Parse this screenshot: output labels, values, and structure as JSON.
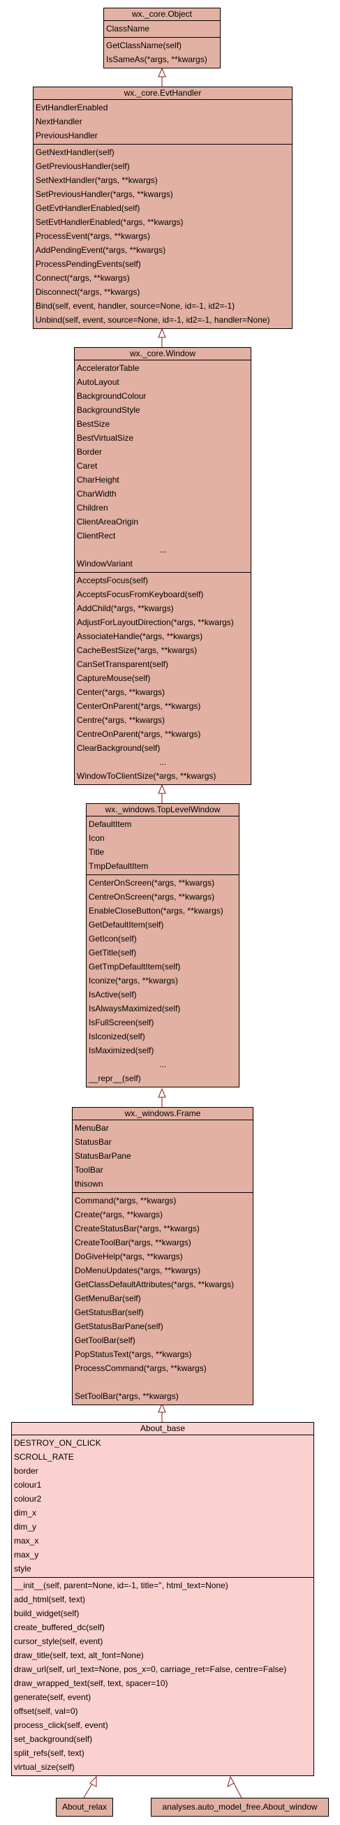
{
  "classes": {
    "object": {
      "title": "wx._core.Object",
      "attributes": [
        "ClassName"
      ],
      "methods": [
        "GetClassName(self)",
        "IsSameAs(*args, **kwargs)"
      ]
    },
    "evthandler": {
      "title": "wx._core.EvtHandler",
      "attributes": [
        "EvtHandlerEnabled",
        "NextHandler",
        "PreviousHandler"
      ],
      "methods": [
        "GetNextHandler(self)",
        "GetPreviousHandler(self)",
        "SetNextHandler(*args, **kwargs)",
        "SetPreviousHandler(*args, **kwargs)",
        "GetEvtHandlerEnabled(self)",
        "SetEvtHandlerEnabled(*args, **kwargs)",
        "ProcessEvent(*args, **kwargs)",
        "AddPendingEvent(*args, **kwargs)",
        "ProcessPendingEvents(self)",
        "Connect(*args, **kwargs)",
        "Disconnect(*args, **kwargs)",
        "Bind(self, event, handler, source=None, id=-1, id2=-1)",
        "Unbind(self, event, source=None, id=-1, id2=-1, handler=None)"
      ]
    },
    "window": {
      "title": "wx._core.Window",
      "attributes": [
        "AcceleratorTable",
        "AutoLayout",
        "BackgroundColour",
        "BackgroundStyle",
        "BestSize",
        "BestVirtualSize",
        "Border",
        "Caret",
        "CharHeight",
        "CharWidth",
        "Children",
        "ClientAreaOrigin",
        "ClientRect",
        "...",
        "WindowVariant"
      ],
      "methods": [
        "AcceptsFocus(self)",
        "AcceptsFocusFromKeyboard(self)",
        "AddChild(*args, **kwargs)",
        "AdjustForLayoutDirection(*args, **kwargs)",
        "AssociateHandle(*args, **kwargs)",
        "CacheBestSize(*args, **kwargs)",
        "CanSetTransparent(self)",
        "CaptureMouse(self)",
        "Center(*args, **kwargs)",
        "CenterOnParent(*args, **kwargs)",
        "Centre(*args, **kwargs)",
        "CentreOnParent(*args, **kwargs)",
        "ClearBackground(self)",
        "...",
        "WindowToClientSize(*args, **kwargs)"
      ]
    },
    "toplevelwindow": {
      "title": "wx._windows.TopLevelWindow",
      "attributes": [
        "DefaultItem",
        "Icon",
        "Title",
        "TmpDefaultItem"
      ],
      "methods": [
        "CenterOnScreen(*args, **kwargs)",
        "CentreOnScreen(*args, **kwargs)",
        "EnableCloseButton(*args, **kwargs)",
        "GetDefaultItem(self)",
        "GetIcon(self)",
        "GetTitle(self)",
        "GetTmpDefaultItem(self)",
        "Iconize(*args, **kwargs)",
        "IsActive(self)",
        "IsAlwaysMaximized(self)",
        "IsFullScreen(self)",
        "IsIconized(self)",
        "IsMaximized(self)",
        "...",
        "__repr__(self)"
      ]
    },
    "frame": {
      "title": "wx._windows.Frame",
      "attributes": [
        "MenuBar",
        "StatusBar",
        "StatusBarPane",
        "ToolBar",
        "thisown"
      ],
      "methods": [
        "Command(*args, **kwargs)",
        "Create(*args, **kwargs)",
        "CreateStatusBar(*args, **kwargs)",
        "CreateToolBar(*args, **kwargs)",
        "DoGiveHelp(*args, **kwargs)",
        "DoMenuUpdates(*args, **kwargs)",
        "GetClassDefaultAttributes(*args, **kwargs)",
        "GetMenuBar(self)",
        "GetStatusBar(self)",
        "GetStatusBarPane(self)",
        "GetToolBar(self)",
        "PopStatusText(*args, **kwargs)",
        "ProcessCommand(*args, **kwargs)",
        "",
        "SetToolBar(*args, **kwargs)"
      ]
    },
    "about_base": {
      "title": "About_base",
      "attributes": [
        "DESTROY_ON_CLICK",
        "SCROLL_RATE",
        "border",
        "colour1",
        "colour2",
        "dim_x",
        "dim_y",
        "max_x",
        "max_y",
        "style"
      ],
      "methods": [
        "__init__(self, parent=None, id=-1, title='', html_text=None)",
        "add_html(self, text)",
        "build_widget(self)",
        "create_buffered_dc(self)",
        "cursor_style(self, event)",
        "draw_title(self, text, alt_font=None)",
        "draw_url(self, url_text=None, pos_x=0, carriage_ret=False, centre=False)",
        "draw_wrapped_text(self, text, spacer=10)",
        "generate(self, event)",
        "offset(self, val=0)",
        "process_click(self, event)",
        "set_background(self)",
        "split_refs(self, text)",
        "virtual_size(self)"
      ]
    }
  },
  "subclasses": {
    "about_relax": "About_relax",
    "about_window": "analyses.auto_model_free.About_window"
  },
  "colors": {
    "ancestor_fill": "#e2b1a3",
    "base_fill": "#fbd1cf",
    "edge": "#8b1a1a"
  }
}
